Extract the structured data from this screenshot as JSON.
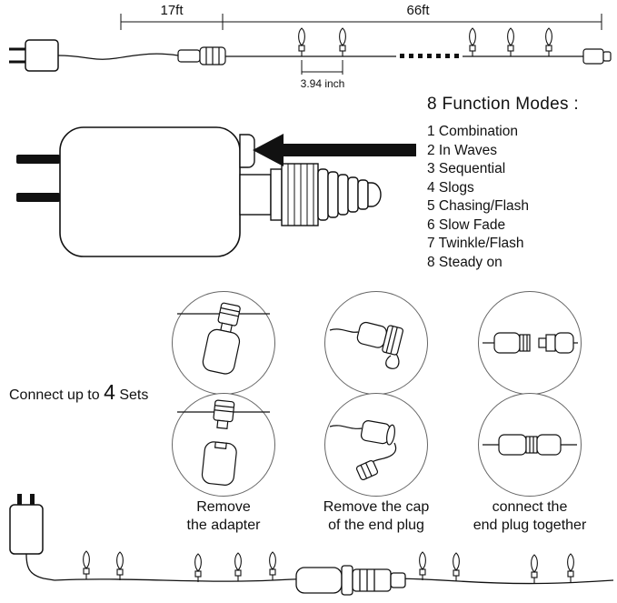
{
  "top_diagram": {
    "lead_length_label": "17ft",
    "string_length_label": "66ft",
    "bulb_spacing_label": "3.94 inch"
  },
  "function_modes": {
    "title": "8 Function Modes :",
    "items": [
      "1 Combination",
      "2 In Waves",
      "3 Sequential",
      "4 Slogs",
      "5 Chasing/Flash",
      "6 Slow Fade",
      "7 Twinkle/Flash",
      "8 Steady on"
    ]
  },
  "connect_sets": {
    "prefix": "Connect up to",
    "count": "4",
    "suffix": "Sets"
  },
  "steps": [
    {
      "line1": "Remove",
      "line2": "the adapter"
    },
    {
      "line1": "Remove the cap",
      "line2": "of the end plug"
    },
    {
      "line1": "connect the",
      "line2": "end plug together"
    }
  ]
}
